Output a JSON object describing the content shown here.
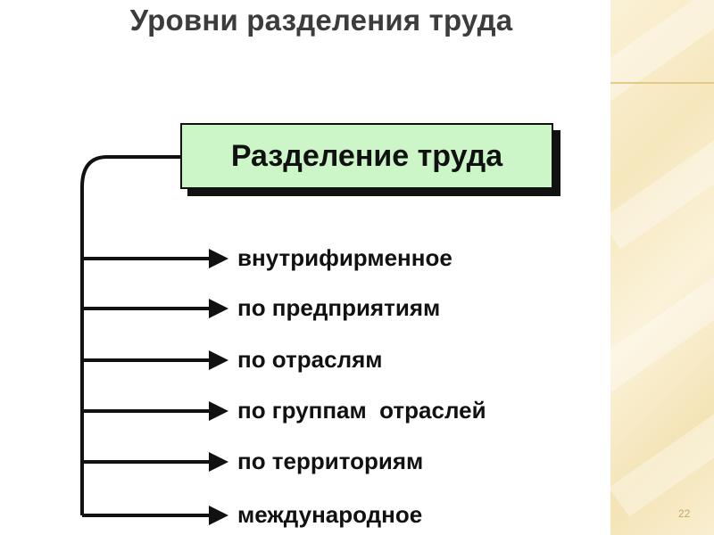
{
  "slide": {
    "title": "Уровни разделения труда",
    "root_label": "Разделение труда",
    "items": [
      {
        "label": "внутрифирменное"
      },
      {
        "label": "по предприятиям"
      },
      {
        "label": "по отраслям"
      },
      {
        "label": "по группам  отраслей"
      },
      {
        "label": "по территориям"
      },
      {
        "label": "международное"
      }
    ],
    "page_number": "22"
  },
  "colors": {
    "box_fill": "#ccf5c8",
    "line": "#111111",
    "title": "#3c3c3c",
    "side_panel": "#f6e7bd"
  }
}
